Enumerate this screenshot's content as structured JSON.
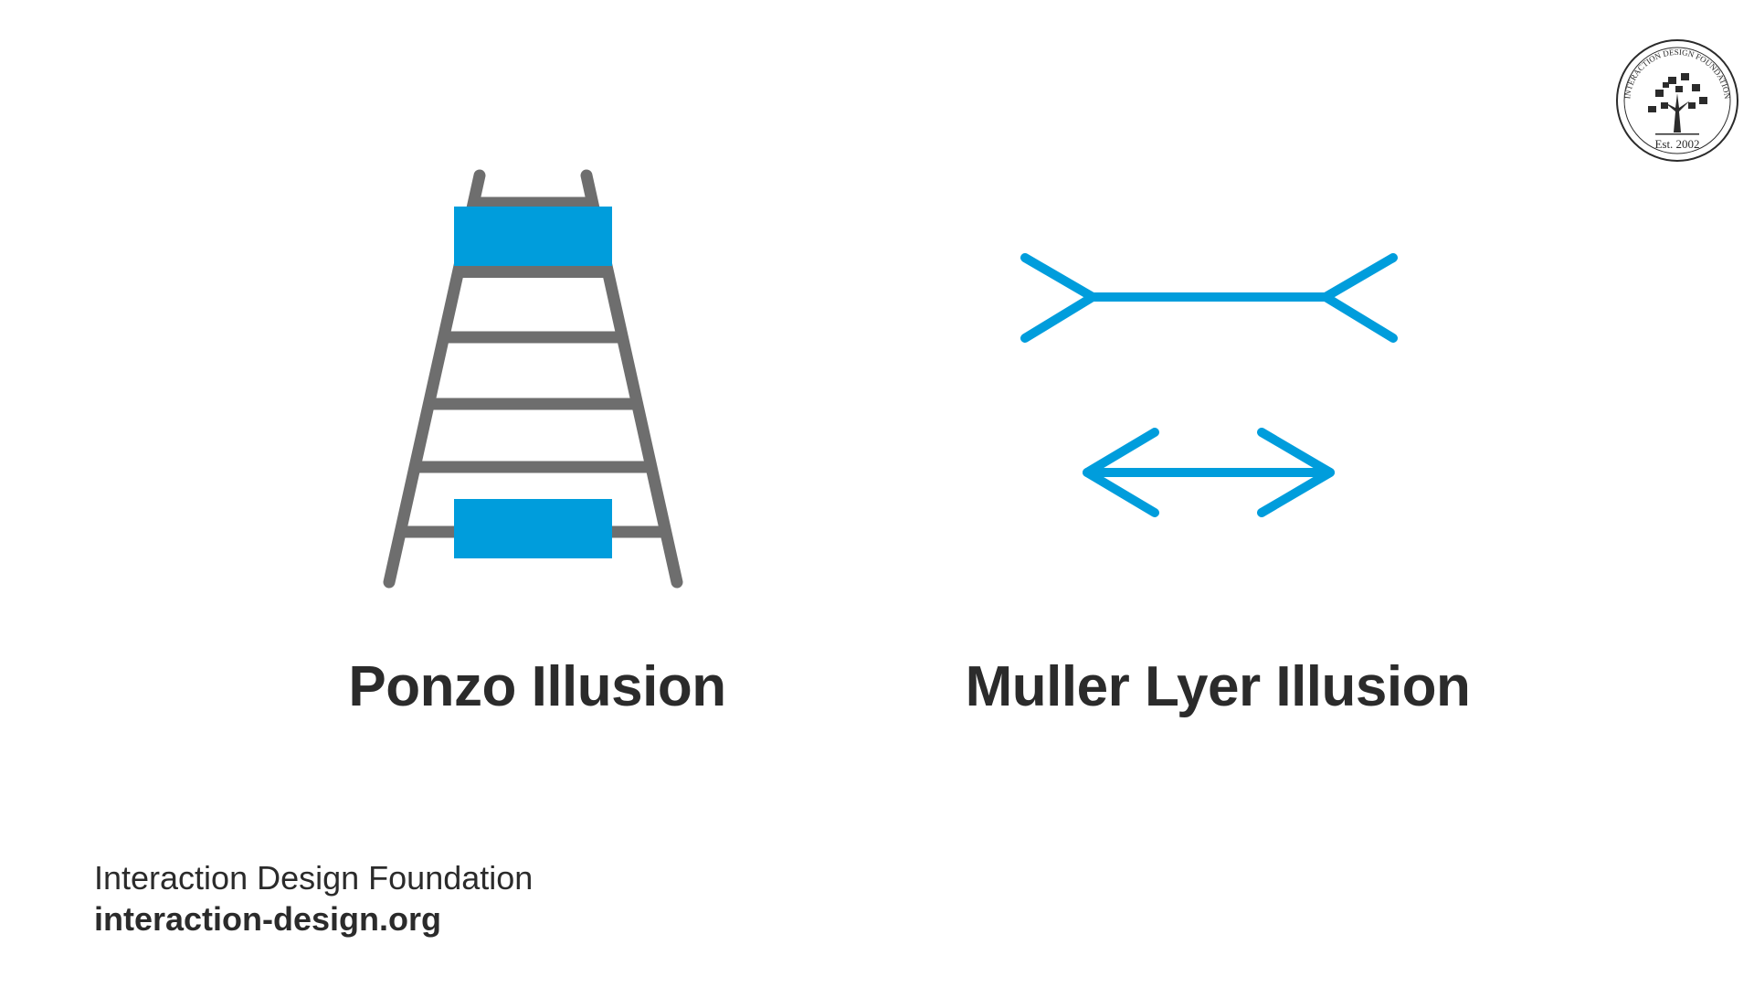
{
  "colors": {
    "accent": "#009ddc",
    "ladder": "#6e6e6e",
    "text": "#2b2b2b"
  },
  "figures": [
    {
      "title": "Ponzo Illusion"
    },
    {
      "title": "Muller Lyer Illusion"
    }
  ],
  "footer": {
    "organization": "Interaction Design Foundation",
    "website": "interaction-design.org"
  },
  "logo": {
    "icon": "tree-seal-logo",
    "ring_text": "INTERACTION DESIGN FOUNDATION",
    "established": "Est. 2002"
  }
}
